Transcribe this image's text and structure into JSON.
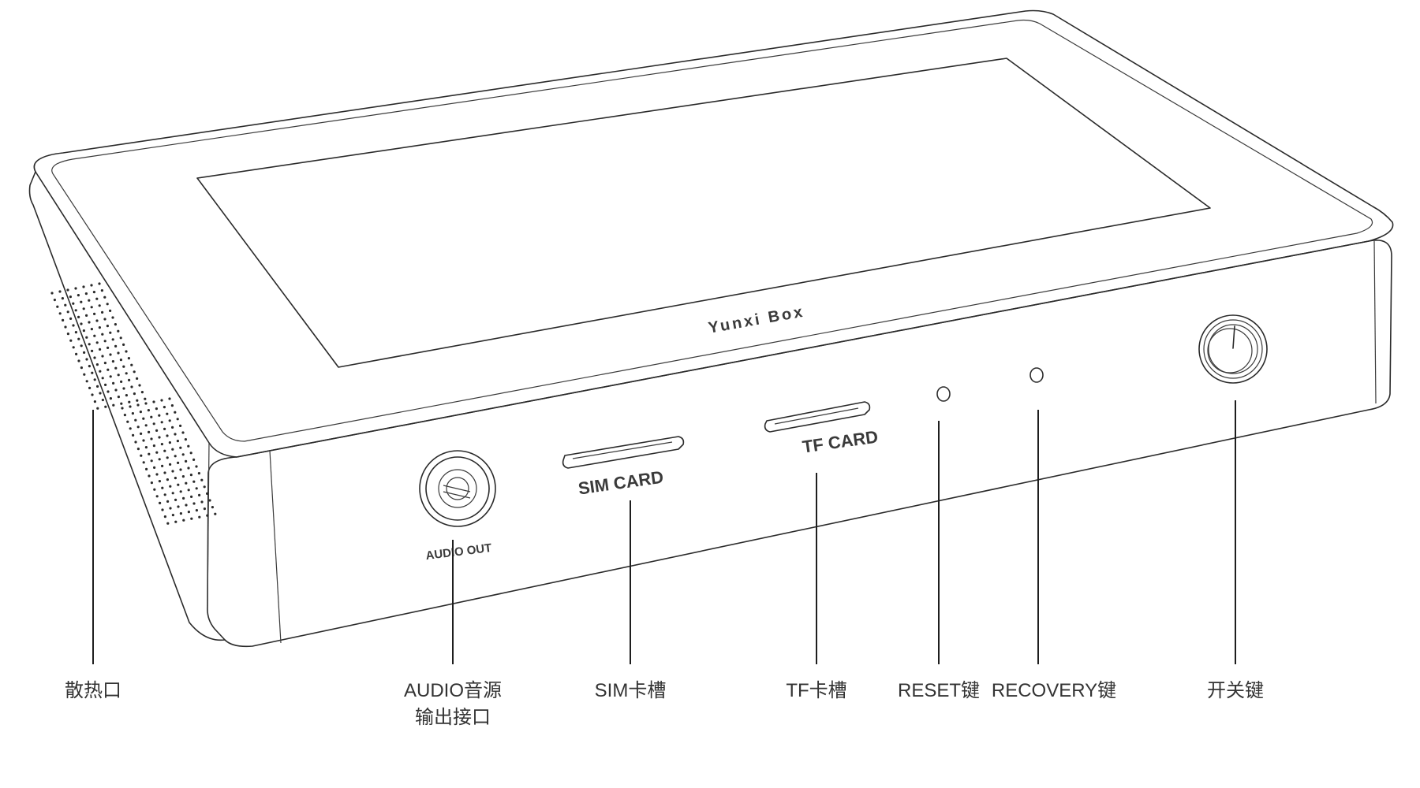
{
  "device": {
    "brand_text": "Yunxi Box",
    "sim_slot_text": "SIM CARD",
    "tf_slot_text": "TF CARD",
    "audio_port_text": "AUDIO OUT"
  },
  "callouts": {
    "vent": "散热口",
    "audio_line1": "AUDIO音源",
    "audio_line2": "输出接口",
    "sim": "SIM卡槽",
    "tf": "TF卡槽",
    "reset": "RESET键",
    "recovery": "RECOVERY键",
    "power": "开关键"
  }
}
